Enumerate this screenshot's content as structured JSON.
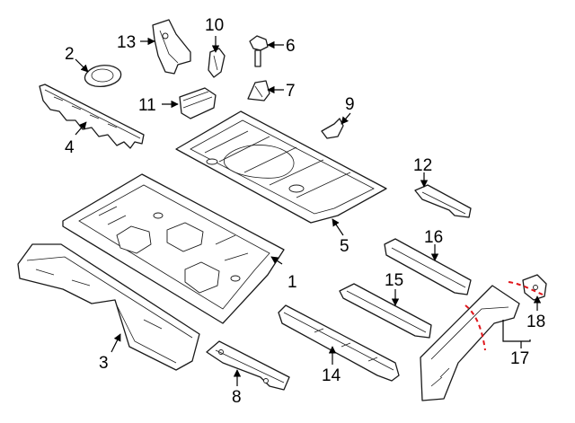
{
  "callouts": [
    {
      "id": "p1",
      "label": "1"
    },
    {
      "id": "p2",
      "label": "2"
    },
    {
      "id": "p3",
      "label": "3"
    },
    {
      "id": "p4",
      "label": "4"
    },
    {
      "id": "p5",
      "label": "5"
    },
    {
      "id": "p6",
      "label": "6"
    },
    {
      "id": "p7",
      "label": "7"
    },
    {
      "id": "p8",
      "label": "8"
    },
    {
      "id": "p9",
      "label": "9"
    },
    {
      "id": "p10",
      "label": "10"
    },
    {
      "id": "p11",
      "label": "11"
    },
    {
      "id": "p12",
      "label": "12"
    },
    {
      "id": "p13",
      "label": "13"
    },
    {
      "id": "p14",
      "label": "14"
    },
    {
      "id": "p15",
      "label": "15"
    },
    {
      "id": "p16",
      "label": "16"
    },
    {
      "id": "p17",
      "label": "17"
    },
    {
      "id": "p18",
      "label": "18"
    }
  ],
  "colors": {
    "line": "#1a1a1a",
    "cut_line": "#e0161b"
  }
}
